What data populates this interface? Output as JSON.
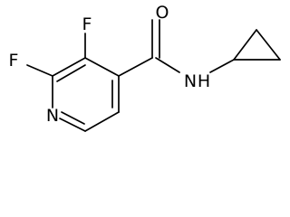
{
  "molecule": {
    "atoms": {
      "oxygen": "O",
      "nitrogen_amide": "N",
      "hydrogen_amide": "H",
      "fluorine_3": "F",
      "fluorine_2": "F",
      "nitrogen_ring": "N"
    }
  },
  "colors": {
    "bond": "#000000",
    "background": "#ffffff"
  }
}
